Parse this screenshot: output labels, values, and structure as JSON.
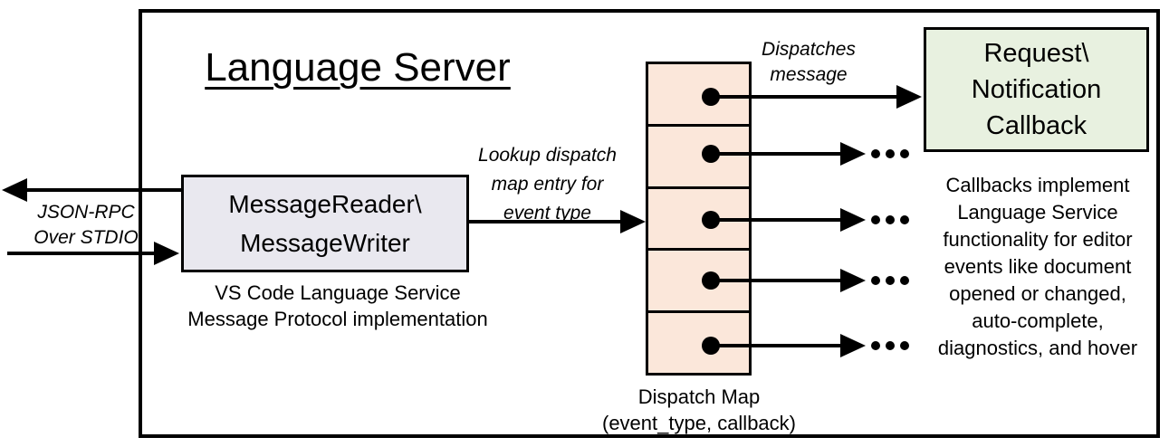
{
  "title": "Language Server",
  "io_label": "JSON-RPC\nOver STDIO",
  "message_box": {
    "label": "MessageReader\\\nMessageWriter",
    "caption": "VS Code Language Service\nMessage Protocol implementation"
  },
  "lookup_label": "Lookup dispatch\nmap entry for\nevent type",
  "dispatches_label": "Dispatches\nmessage",
  "dispatch_map": {
    "caption": "Dispatch Map\n(event_type, callback)",
    "entry_count": 5
  },
  "callback_box": {
    "label": "Request\\\nNotification\nCallback"
  },
  "callbacks_note": "Callbacks implement\nLanguage Service\nfunctionality for editor\nevents like document\nopened or changed,\nauto-complete,\ndiagnostics, and hover",
  "colors": {
    "ink": "#000000",
    "background": "#ffffff",
    "reader_fill": "#e9e8ef",
    "map_fill": "#fbe7da",
    "callback_fill": "#e8f1e0"
  }
}
